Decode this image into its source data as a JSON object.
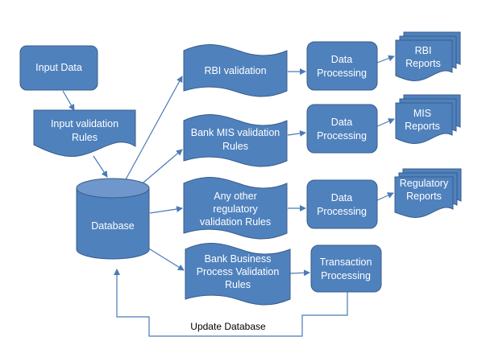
{
  "colors": {
    "shape_fill": "#4f81bd",
    "shape_stroke": "#385d8a",
    "arrow": "#4a7ab5",
    "label_text": "#ffffff",
    "caption_text": "#000000"
  },
  "nodes": {
    "input_data": {
      "lines": [
        "Input Data"
      ]
    },
    "input_validation_rules": {
      "lines": [
        "Input validation",
        "Rules"
      ]
    },
    "database": {
      "lines": [
        "Database"
      ]
    },
    "rbi_validation": {
      "lines": [
        "RBI validation"
      ]
    },
    "bank_mis_validation": {
      "lines": [
        "Bank MIS validation",
        "Rules"
      ]
    },
    "other_regulatory_validation": {
      "lines": [
        "Any other",
        "regulatory",
        "validation Rules"
      ]
    },
    "bank_business_process_validation": {
      "lines": [
        "Bank Business",
        "Process Validation",
        "Rules"
      ]
    },
    "data_processing_rbi": {
      "lines": [
        "Data",
        "Processing"
      ]
    },
    "data_processing_mis": {
      "lines": [
        "Data",
        "Processing"
      ]
    },
    "data_processing_regulatory": {
      "lines": [
        "Data",
        "Processing"
      ]
    },
    "transaction_processing": {
      "lines": [
        "Transaction",
        "Processing"
      ]
    },
    "rbi_reports": {
      "lines": [
        "RBI",
        "Reports"
      ]
    },
    "mis_reports": {
      "lines": [
        "MIS",
        "Reports"
      ]
    },
    "regulatory_reports": {
      "lines": [
        "Regulatory",
        "Reports"
      ]
    }
  },
  "feedback": {
    "label": "Update Database"
  }
}
